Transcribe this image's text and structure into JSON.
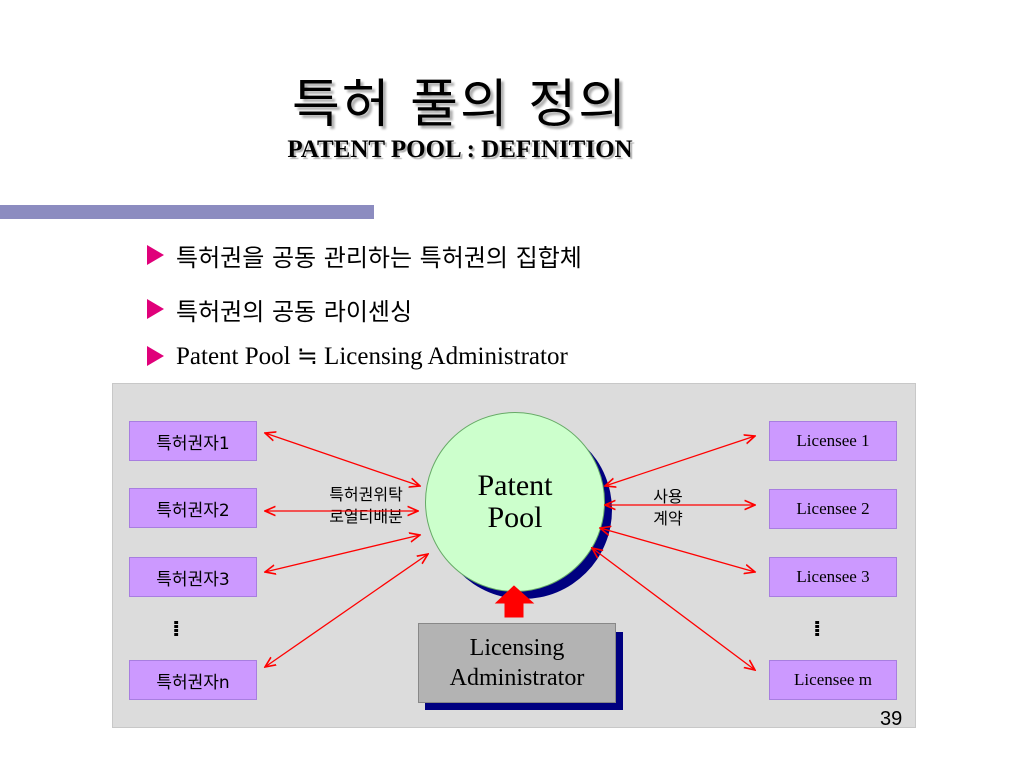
{
  "title": {
    "korean": "특허 풀의 정의",
    "english": "PATENT POOL : DEFINITION"
  },
  "bullets": [
    {
      "text": "특허권을 공동 관리하는 특허권의 집합체"
    },
    {
      "text": "특허권의 공동 라이센싱"
    },
    {
      "text": "Patent Pool ≒ Licensing Administrator"
    }
  ],
  "diagram": {
    "patent_holders": [
      "특허권자1",
      "특허권자2",
      "특허권자3",
      "특허권자n"
    ],
    "licensees": [
      "Licensee 1",
      "Licensee 2",
      "Licensee 3",
      "Licensee m"
    ],
    "ellipsis": "⁞",
    "pool_label_line1": "Patent",
    "pool_label_line2": "Pool",
    "admin_label_line1": "Licensing",
    "admin_label_line2": "Administrator",
    "left_label_line1": "특허권위탁",
    "left_label_line2": "로열티배분",
    "right_label_line1": "사용",
    "right_label_line2": "계약"
  },
  "page_number": "39",
  "colors": {
    "accent_bar": "#8c8cc0",
    "bullet_marker": "#e0007a",
    "box_fill": "#cc99ff",
    "pool_fill": "#ccffcc",
    "pool_shadow": "#000080",
    "arrow": "#ff0000",
    "panel_bg": "#dcdcdc"
  }
}
